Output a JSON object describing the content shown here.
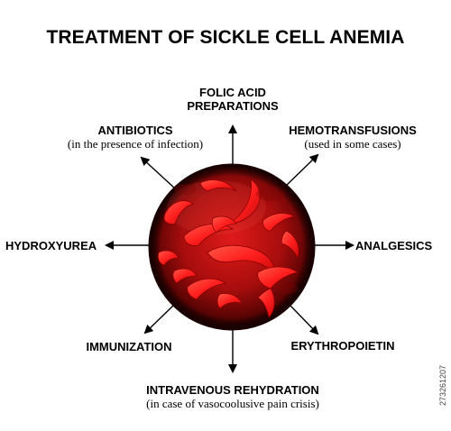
{
  "title": "TREATMENT OF SICKLE CELL ANEMIA",
  "center": {
    "icon": "red-blood-cell-with-sickle-cells-icon"
  },
  "treatments": {
    "folic_acid": {
      "line1": "FOLIC ACID",
      "line2": "PREPARATIONS"
    },
    "hemotransfusions": {
      "label": "HEMOTRANSFUSIONS",
      "note": "(used in some cases)"
    },
    "analgesics": {
      "label": "ANALGESICS"
    },
    "erythropoietin": {
      "label": "ERYTHROPOIETIN"
    },
    "rehydration": {
      "label": "INTRAVENOUS REHYDRATION",
      "note": "(in case of vasocoolusive pain crisis)"
    },
    "immunization": {
      "label": "IMMUNIZATION"
    },
    "hydroxyurea": {
      "label": "HYDROXYUREA"
    },
    "antibiotics": {
      "label": "ANTIBIOTICS",
      "note": "(in the presence of infection)"
    }
  },
  "watermark": "273261207",
  "colors": {
    "cell_outer": "#3a0000",
    "cell_inner": "#d81818",
    "sickle": "#ff2a2a",
    "arrow": "#000000"
  }
}
